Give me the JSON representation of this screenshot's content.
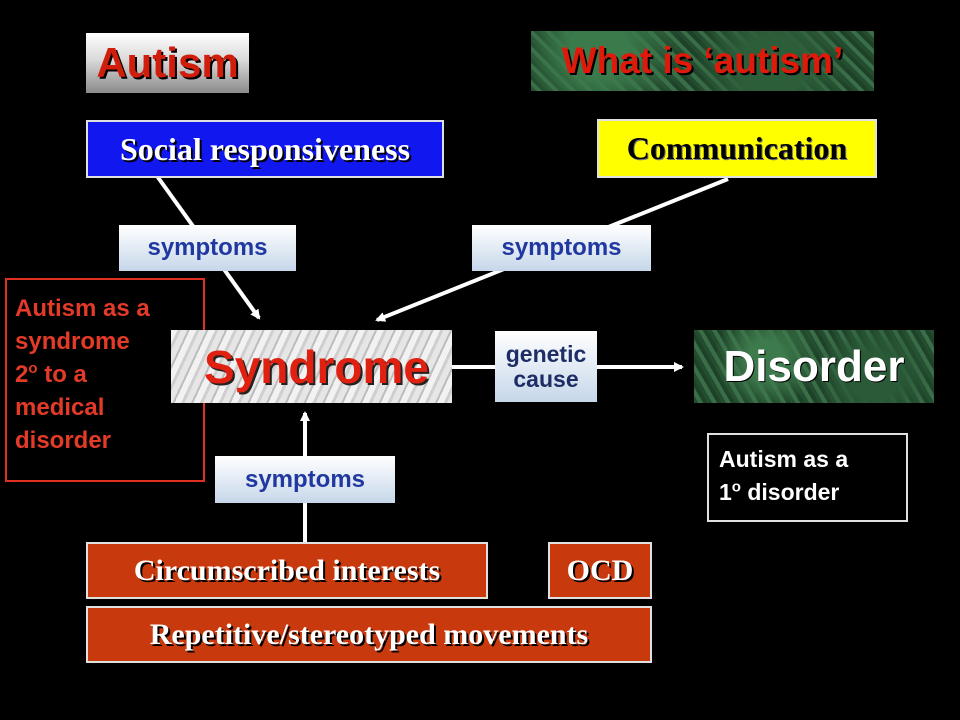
{
  "title": "Autism",
  "question": "What is ‘autism’",
  "top_boxes": {
    "social": "Social responsiveness",
    "communication": "Communication"
  },
  "symptom_labels": {
    "left": "symptoms",
    "right": "symptoms",
    "bottom": "symptoms"
  },
  "syndrome": {
    "label": "Syndrome",
    "note_line1": "Autism as a",
    "note_line2": "syndrome",
    "note_line3_num": "2",
    "note_line3_sup": "o",
    "note_line3_rest": " to a",
    "note_line4": "medical",
    "note_line5": "disorder"
  },
  "genetic": {
    "line1": "genetic",
    "line2": "cause"
  },
  "disorder": {
    "label": "Disorder",
    "note_line1": "Autism as a",
    "note_line2_num": "1",
    "note_line2_sup": "o",
    "note_line2_rest": " disorder"
  },
  "bottom_boxes": {
    "circumscribed": "Circumscribed interests",
    "ocd": "OCD",
    "repetitive": "Repetitive/stereotyped movements"
  },
  "colors": {
    "title_text": "#d11d0c",
    "social_bg": "#1017ef",
    "communication_bg": "#ffff00",
    "bottom_bg": "#c83a0e",
    "note_red": "#e43a28",
    "arrow": "#ffffff"
  }
}
